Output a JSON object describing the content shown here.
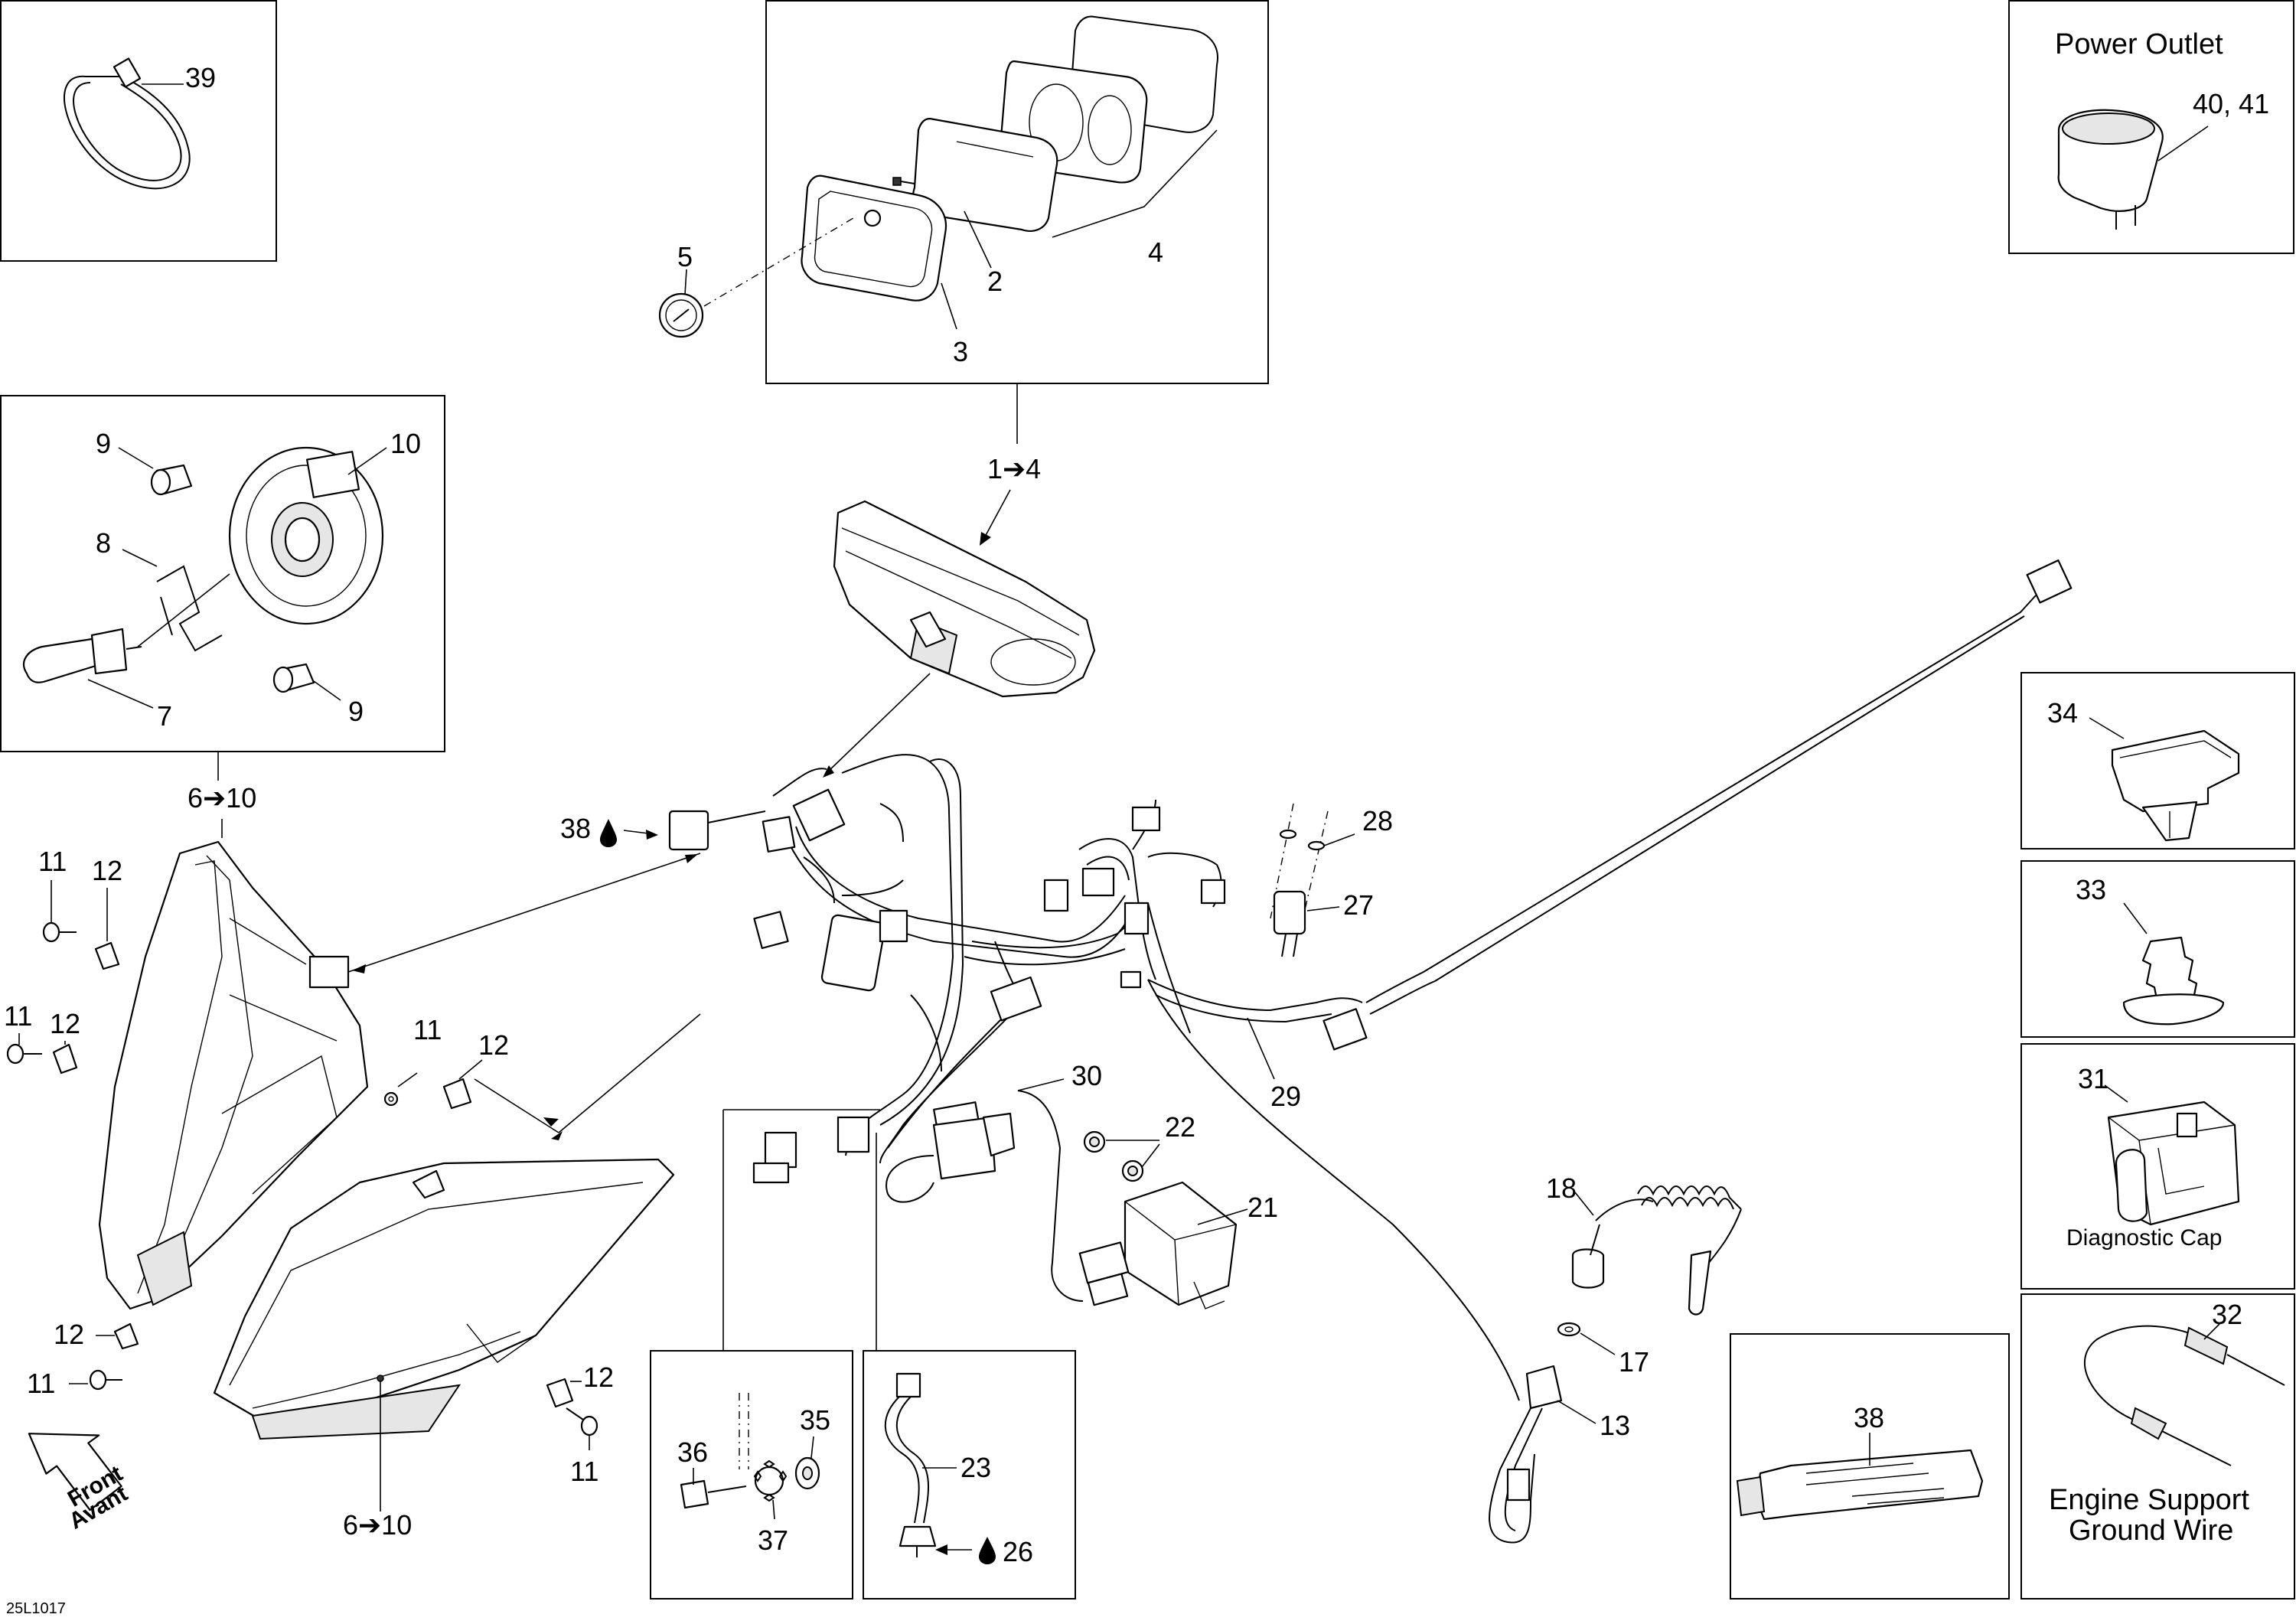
{
  "reference": "25L1017",
  "callouts": {
    "c39": "39",
    "c5": "5",
    "c2": "2",
    "c3": "3",
    "c4": "4",
    "c1to4": "1➔4",
    "c9a": "9",
    "c9b": "9",
    "c10": "10",
    "c8": "8",
    "c7": "7",
    "c6to10a": "6➔10",
    "c6to10b": "6➔10",
    "c11a": "11",
    "c11b": "11",
    "c11c": "11",
    "c11d": "11",
    "c11e": "11",
    "c12a": "12",
    "c12b": "12",
    "c12c": "12",
    "c12d": "12",
    "c12e": "12",
    "c38a": "38",
    "c38b": "38",
    "c28": "28",
    "c27": "27",
    "c29": "29",
    "c30": "30",
    "c22": "22",
    "c21": "21",
    "c18": "18",
    "c17": "17",
    "c13": "13",
    "c36": "36",
    "c35": "35",
    "c37": "37",
    "c23": "23",
    "c26": "26",
    "c34": "34",
    "c33": "33",
    "c31": "31",
    "c32": "32",
    "c40_41": "40, 41"
  },
  "captions": {
    "power_outlet": "Power Outlet",
    "diagnostic_cap": "Diagnostic Cap",
    "engine_support_line1": "Engine Support",
    "engine_support_line2": "Ground Wire"
  },
  "arrow_label": {
    "line1": "Front",
    "line2": "Avant"
  },
  "icons": {
    "drop": "drop-icon"
  }
}
